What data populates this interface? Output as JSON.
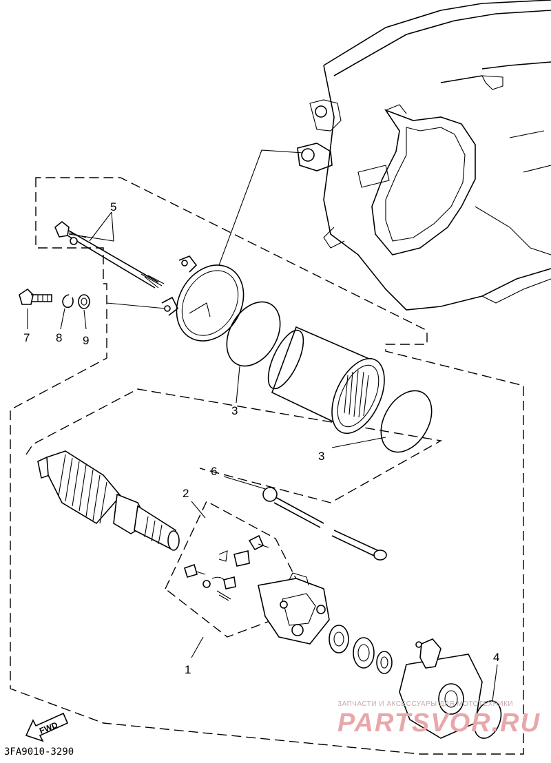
{
  "diagram": {
    "part_labels": {
      "label_1": "1",
      "label_2": "2",
      "label_3a": "3",
      "label_3b": "3",
      "label_4": "4",
      "label_5": "5",
      "label_6": "6",
      "label_7": "7",
      "label_8": "8",
      "label_9": "9"
    },
    "fwd_label": "FWD",
    "diagram_code": "3FA9010-3290"
  },
  "watermark": {
    "tagline": "ЗАПЧАСТИ И АКСЕССУАРЫ ДЛЯ МОТОТЕХНИКИ",
    "brand": "PARTSVOR.RU"
  }
}
